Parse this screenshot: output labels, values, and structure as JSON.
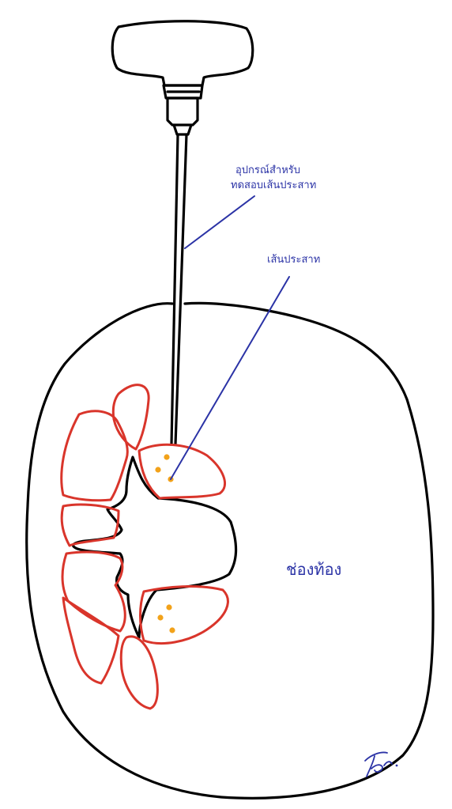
{
  "labels": {
    "instrument_line1": "อุปกรณ์สำหรับ",
    "instrument_line2": "ทดสอบเส้นประสาท",
    "nerve": "เส้นประสาท",
    "abdomen": "ช่องท้อง"
  },
  "signature": "Tor.",
  "colors": {
    "outline": "#000000",
    "nerve_root_outline": "#d9352b",
    "nerve_dots": "#f2a21a",
    "label_text": "#2b33a6"
  }
}
